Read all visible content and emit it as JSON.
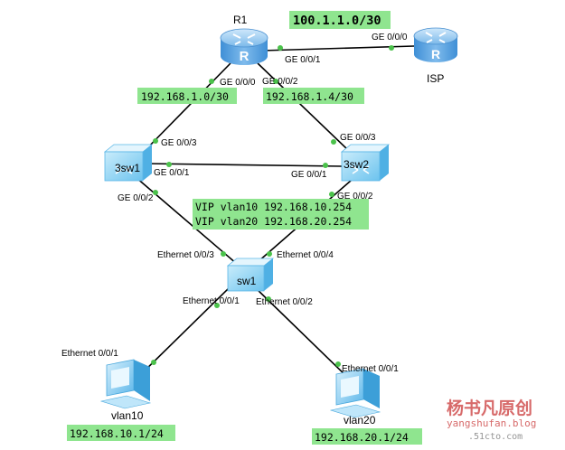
{
  "devices": {
    "r1": {
      "name": "R1"
    },
    "isp": {
      "name": "ISP"
    },
    "sw3_1": {
      "name": "3sw1"
    },
    "sw3_2": {
      "name": "3sw2"
    },
    "sw1": {
      "name": "sw1"
    },
    "pc1": {
      "name": "vlan10"
    },
    "pc2": {
      "name": "vlan20"
    }
  },
  "ports": {
    "r1_ge000": "GE 0/0/0",
    "r1_ge001": "GE 0/0/1",
    "r1_ge002": "GE 0/0/2",
    "isp_ge000": "GE 0/0/0",
    "sw31_ge003": "GE 0/0/3",
    "sw31_ge001": "GE 0/0/1",
    "sw31_ge002": "GE 0/0/2",
    "sw32_ge003": "GE 0/0/3",
    "sw32_ge001": "GE 0/0/1",
    "sw32_ge002": "GE 0/0/2",
    "sw1_e003": "Ethernet 0/0/3",
    "sw1_e004": "Ethernet 0/0/4",
    "sw1_e001": "Ethernet 0/0/1",
    "sw1_e002": "Ethernet 0/0/2",
    "pc1_e001": "Ethernet 0/0/1",
    "pc2_e001": "Ethernet 0/0/1"
  },
  "networks": {
    "isp_link": "100.1.1.0/30",
    "r1_sw31": "192.168.1.0/30",
    "r1_sw32": "192.168.1.4/30",
    "vip_vlan10": "VIP vlan10 192.168.10.254",
    "vip_vlan20": "VIP vlan20 192.168.20.254",
    "pc1_ip": "192.168.10.1/24",
    "pc2_ip": "192.168.20.1/24"
  },
  "watermark": {
    "title": "杨书凡原创",
    "site": "yangshufan.blog",
    "site2": ".51cto.com"
  },
  "colors": {
    "label_bg": "#8fe58f",
    "port_dot": "#4bc24b",
    "router_blue": "#5fa8e6",
    "switch_blue": "#8fd3f2",
    "watermark": "#d35a5a"
  }
}
